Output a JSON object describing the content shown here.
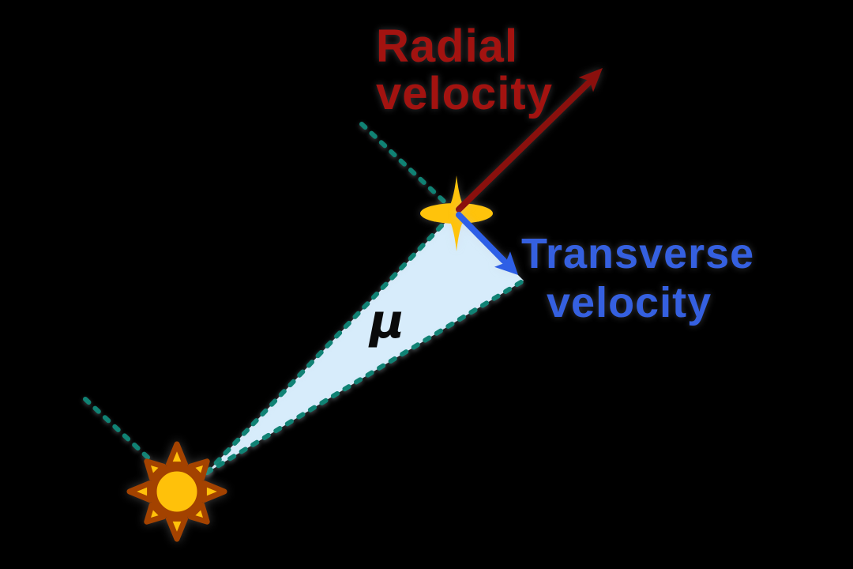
{
  "figure": {
    "radial_label_line1": "Radial",
    "radial_label_line2": "velocity",
    "transverse_label_line1": "Transverse",
    "transverse_label_line2": "velocity",
    "angle_symbol": "μ"
  },
  "icons": {
    "sun": "☀",
    "star": "✦"
  },
  "colors": {
    "background": "#000000",
    "radial-text": "#a31310",
    "radial-arrow": "#8a100d",
    "transverse-text": "#3560e0",
    "transverse-arrow": "#2e5fe6",
    "dash-teal": "#108274",
    "wedge-fill": "#d7ecfb",
    "star-gold": "#ffc30b",
    "sun-gold": "#ffc10a",
    "sun-outline": "#a34200",
    "mu-text": "#0a0a0a"
  }
}
